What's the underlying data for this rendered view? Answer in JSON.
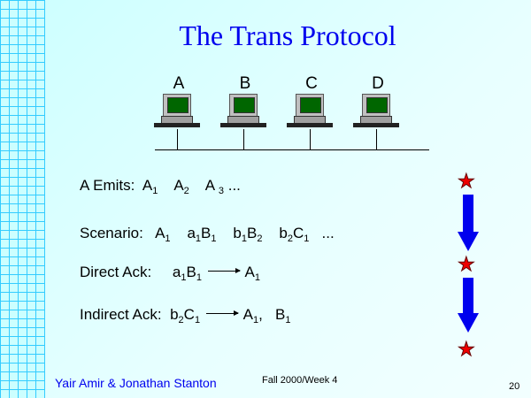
{
  "title": "The Trans Protocol",
  "nodes": [
    "A",
    "B",
    "C",
    "D"
  ],
  "lines": {
    "emits": {
      "label": "A  Emits:",
      "t": [
        [
          "A",
          "1"
        ],
        [
          "A",
          "2"
        ],
        [
          "A ",
          "3"
        ]
      ],
      "end": "..."
    },
    "scenario": {
      "label": "Scenario:",
      "t": [
        [
          "A",
          "1"
        ],
        [
          "a",
          "1"
        ],
        [
          "B",
          "1"
        ],
        [
          "b",
          "1"
        ],
        [
          "B",
          "2"
        ],
        [
          "b",
          "2"
        ],
        [
          "C",
          "1"
        ]
      ],
      "end": "..."
    },
    "direct": {
      "label": "Direct Ack:",
      "t": [
        [
          "a",
          "1"
        ],
        [
          "B",
          "1"
        ],
        [
          "A",
          "1"
        ]
      ]
    },
    "indirect": {
      "label": "Indirect Ack:",
      "t": [
        [
          "b",
          "2"
        ],
        [
          "C",
          "1"
        ],
        [
          "A",
          "1"
        ],
        [
          "B",
          "1"
        ]
      ],
      "sep": ","
    }
  },
  "footer": {
    "authors": "Yair Amir & Jonathan Stanton",
    "term": "Fall 2000/Week 4",
    "page": "20"
  },
  "colors": {
    "title": "#0000ee",
    "arrow": "#0000ee",
    "star": "#ee0000",
    "grid": "#33ccff"
  }
}
